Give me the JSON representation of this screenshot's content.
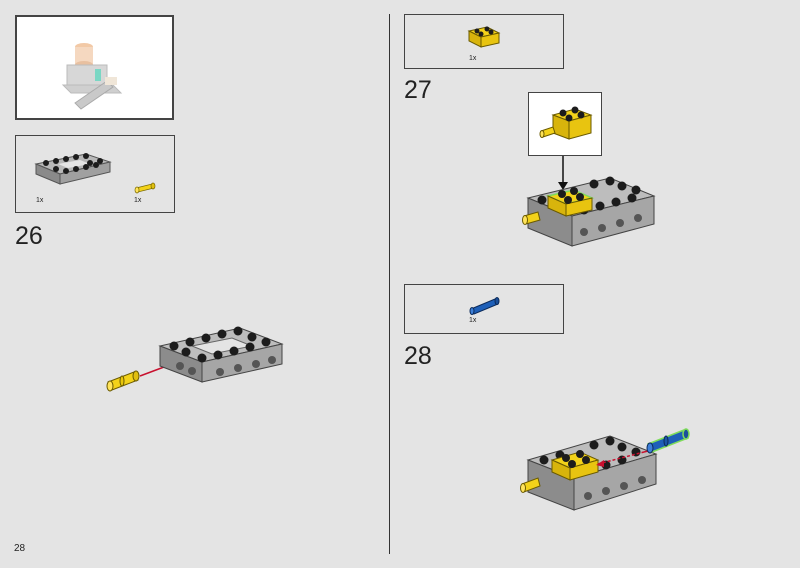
{
  "page": {
    "number": "28"
  },
  "steps": [
    {
      "number": "26",
      "parts": [
        {
          "qty": "1x",
          "part": "gray technic frame 5x7 open center",
          "color": "#9a9a9a"
        },
        {
          "qty": "1x",
          "part": "yellow technic axle pin",
          "color": "#f3d21a"
        }
      ]
    },
    {
      "number": "27",
      "parts": [
        {
          "qty": "1x",
          "part": "yellow technic brick 2x2 with pin",
          "color": "#f3d21a"
        }
      ]
    },
    {
      "number": "28",
      "parts": [
        {
          "qty": "1x",
          "part": "blue technic axle pin",
          "color": "#1e5fb8"
        }
      ]
    }
  ],
  "colors": {
    "frame_gray": "#9a9a9a",
    "stud_black": "#1c1c1c",
    "part_yellow": "#f3d21a",
    "part_blue": "#1e5fb8",
    "arrow_red": "#c8102e",
    "highlight_green": "#7fdc5a"
  }
}
